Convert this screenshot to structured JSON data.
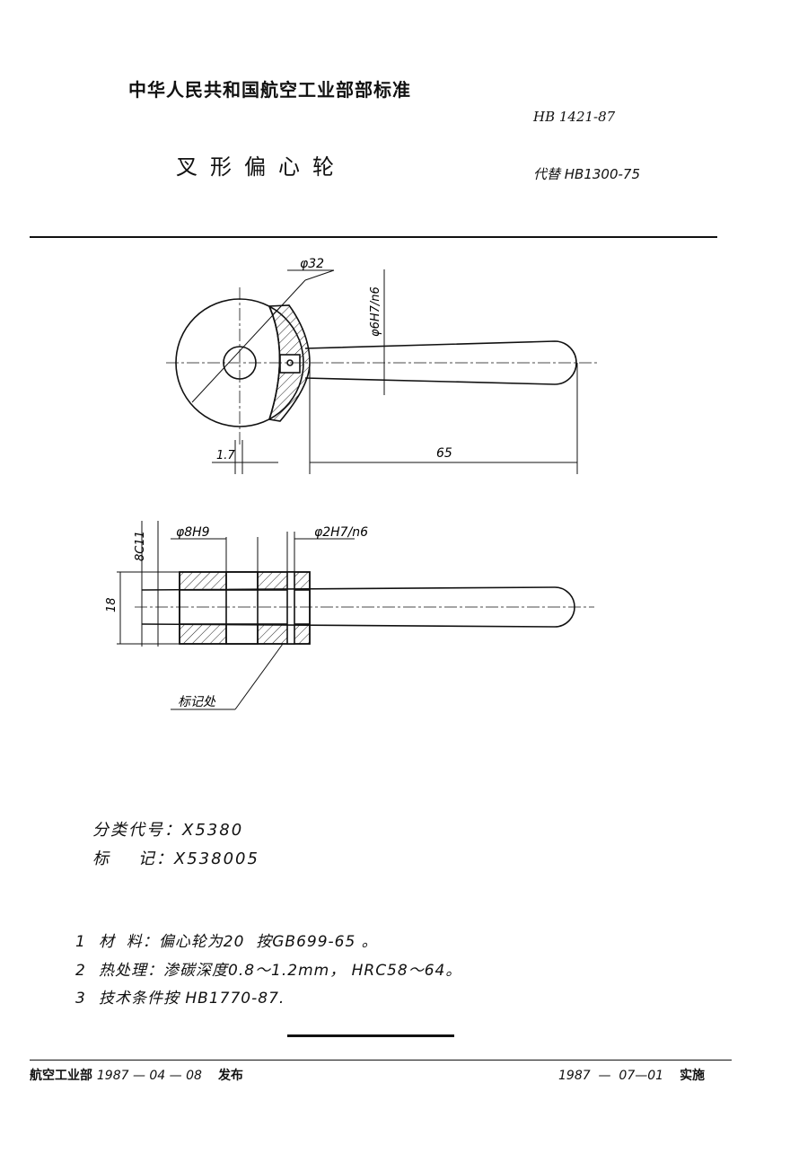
{
  "header": {
    "organization": "中华人民共和国航空工业部部标准",
    "standard_number": "HB 1421-87",
    "title": "叉形偏心轮",
    "replaces": "代替 HB1300-75"
  },
  "drawing": {
    "top_view": {
      "dim_diameter": "φ32",
      "dim_fit": "φ6H7/n6",
      "dim_offset": "1.7",
      "dim_length": "65"
    },
    "section_view": {
      "dim_bore": "φ8H9",
      "dim_pin": "φ2H7/n6",
      "dim_width_tol": "8C11",
      "dim_height": "18",
      "marking_label": "标记处"
    }
  },
  "classification": {
    "class_label": "分类代号：",
    "class_value": "X5380",
    "mark_label": "标    记：",
    "mark_value": "X538005"
  },
  "notes": [
    {
      "num": "1",
      "text": "材  料：偏心轮为20  按GB699-65 。"
    },
    {
      "num": "2",
      "text": "热处理：渗碳深度0.8～1.2mm， HRC58～64。"
    },
    {
      "num": "3",
      "text": "技术条件按 HB1770-87."
    }
  ],
  "footer": {
    "issuer": "航空工业部",
    "issue_date": "1987 — 04 — 08",
    "issue_word": "发布",
    "effective_date": "1987  —  07—01",
    "effective_word": "实施"
  }
}
